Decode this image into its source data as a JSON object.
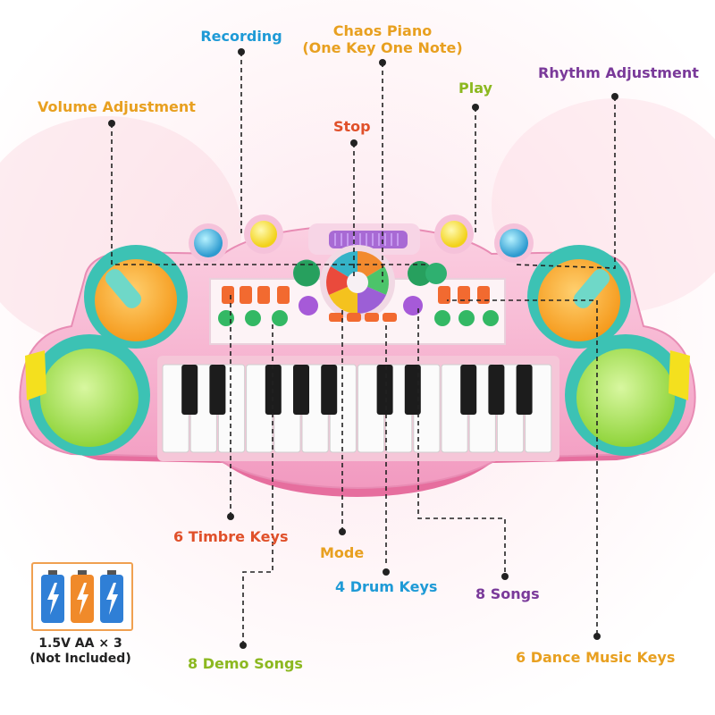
{
  "labels": {
    "recording": "Recording",
    "chaos_piano_1": "Chaos Piano",
    "chaos_piano_2": "(One Key One Note)",
    "rhythm_adjustment": "Rhythm Adjustment",
    "play": "Play",
    "volume_adjustment": "Volume Adjustment",
    "stop": "Stop",
    "timbre_keys": "6 Timbre Keys",
    "mode": "Mode",
    "drum_keys": "4 Drum Keys",
    "songs": "8 Songs",
    "demo_songs": "8 Demo Songs",
    "dance_music_keys": "6 Dance Music Keys"
  },
  "battery": {
    "line1": "1.5V AA × 3",
    "line2": "(Not Included)",
    "colors": [
      "#2f7fd6",
      "#f08a2a",
      "#2f7fd6"
    ]
  },
  "colors": {
    "recording": "#1e9ad6",
    "chaos_piano": "#e8a020",
    "rhythm": "#7a3a9a",
    "play": "#8cb820",
    "volume": "#e8a020",
    "stop": "#e0502a",
    "timbre": "#e0502a",
    "mode": "#e8a020",
    "drum": "#1e9ad6",
    "songs": "#7a3a9a",
    "demo": "#8cb820",
    "dance": "#e8a020",
    "toy_body": "#f7b8d2",
    "toy_trim": "#3cc2b4",
    "pad_orange": "#f6a623",
    "pad_green": "#a8e04a"
  }
}
